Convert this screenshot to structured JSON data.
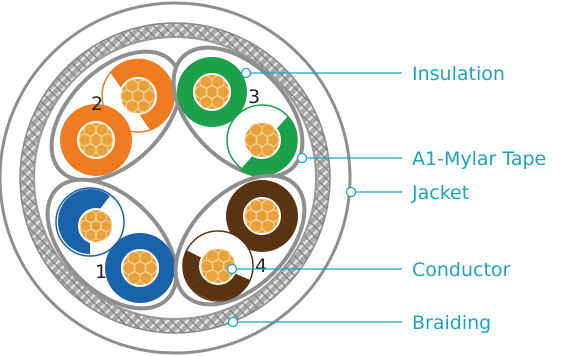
{
  "colors": {
    "accent": "#1ba4c6",
    "jacket_stroke": "#8f8f8f",
    "braiding": "#9e9e9e",
    "copper": "#e9a13a",
    "pair_orange": "#f07c22",
    "pair_green": "#1aa14a",
    "pair_blue": "#1a63ab",
    "pair_brown": "#5a3312"
  },
  "labels": {
    "insulation": "Insulation",
    "mylar": "A1-Mylar Tape",
    "jacket": "Jacket",
    "conductor": "Conductor",
    "braiding": "Braiding"
  },
  "pairs": [
    {
      "number": "1",
      "color": "blue"
    },
    {
      "number": "2",
      "color": "orange"
    },
    {
      "number": "3",
      "color": "green"
    },
    {
      "number": "4",
      "color": "brown"
    }
  ]
}
